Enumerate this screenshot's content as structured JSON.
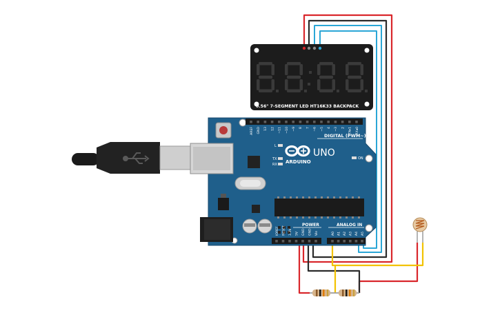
{
  "display": {
    "caption": "0.56\" 7-SEGMENT LED HT16K33 BACKPACK",
    "digit_count": 4,
    "segment_on_color": "#3a3a3a",
    "body_color": "#1c1c1c"
  },
  "board": {
    "logo_text": "ARDUINO",
    "model": "UNO",
    "digital_header_label": "DIGITAL (PWM~)",
    "analog_header_label": "ANALOG IN",
    "power_header_label": "POWER",
    "on_led_label": "ON",
    "l_led_label": "L",
    "tx_label": "TX",
    "rx_label": "RX",
    "digital_pins": [
      "AREF",
      "GND",
      "13",
      "12",
      "~11",
      "~10",
      "~9",
      "8",
      "7",
      "~6",
      "~5",
      "4",
      "~3",
      "2",
      "TX▸1",
      "RX◂0"
    ],
    "power_pins": [
      "IOREF",
      "RESET",
      "3.3V",
      "5V",
      "GND",
      "GND",
      "Vin"
    ],
    "analog_pins": [
      "A0",
      "A1",
      "A2",
      "A3",
      "A4",
      "A5"
    ],
    "body_color": "#1f5f8b"
  },
  "wires": {
    "red": "#d9262b",
    "black": "#2a2a2a",
    "blue": "#2aa6d6",
    "yellow": "#f2c200"
  },
  "components": {
    "resistor_count": 2,
    "photoresistor": "photoresistor"
  }
}
